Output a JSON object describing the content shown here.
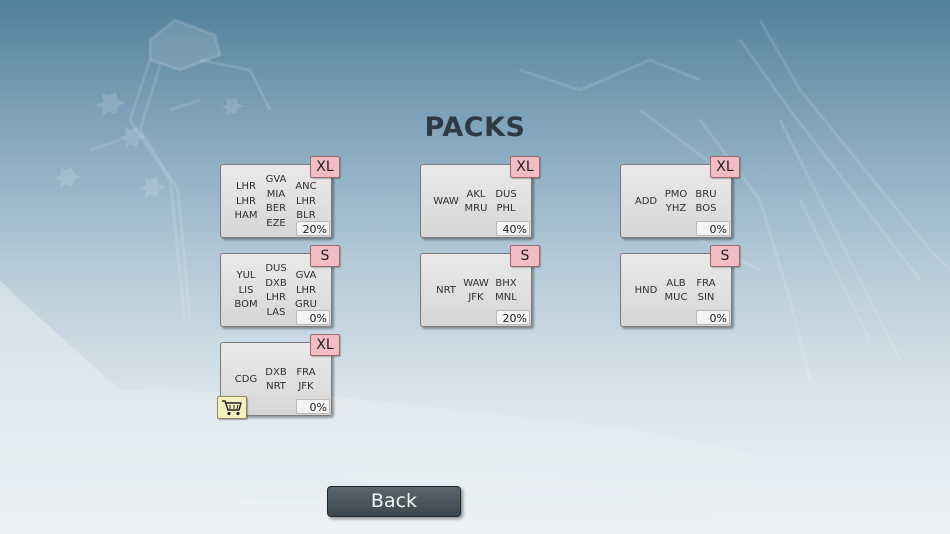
{
  "title": "PACKS",
  "back_label": "Back",
  "colors": {
    "badge": "#f1bcc2",
    "cart": "#f5f0c0",
    "button": "#4a545c"
  },
  "packs": [
    {
      "size": "XL",
      "percent": "20%",
      "col1": [
        "LHR",
        "LHR",
        "HAM"
      ],
      "col2": [
        "GVA",
        "MIA",
        "BER",
        "EZE"
      ],
      "col3": [
        "ANC",
        "LHR",
        "BLR"
      ]
    },
    {
      "size": "XL",
      "percent": "40%",
      "col1": [
        "WAW"
      ],
      "col2": [
        "AKL",
        "MRU"
      ],
      "col3": [
        "DUS",
        "PHL"
      ]
    },
    {
      "size": "XL",
      "percent": "0%",
      "col1": [
        "ADD"
      ],
      "col2": [
        "PMO",
        "YHZ"
      ],
      "col3": [
        "BRU",
        "BOS"
      ]
    },
    {
      "size": "S",
      "percent": "0%",
      "col1": [
        "YUL",
        "LIS",
        "BOM"
      ],
      "col2": [
        "DUS",
        "DXB",
        "LHR",
        "LAS"
      ],
      "col3": [
        "GVA",
        "LHR",
        "GRU"
      ]
    },
    {
      "size": "S",
      "percent": "20%",
      "col1": [
        "NRT"
      ],
      "col2": [
        "WAW",
        "JFK"
      ],
      "col3": [
        "BHX",
        "MNL"
      ]
    },
    {
      "size": "S",
      "percent": "0%",
      "col1": [
        "HND"
      ],
      "col2": [
        "ALB",
        "MUC"
      ],
      "col3": [
        "FRA",
        "SIN"
      ]
    },
    {
      "size": "XL",
      "percent": "0%",
      "col1": [
        "CDG"
      ],
      "col2": [
        "DXB",
        "NRT"
      ],
      "col3": [
        "FRA",
        "JFK"
      ],
      "cart": "cart-icon"
    }
  ]
}
